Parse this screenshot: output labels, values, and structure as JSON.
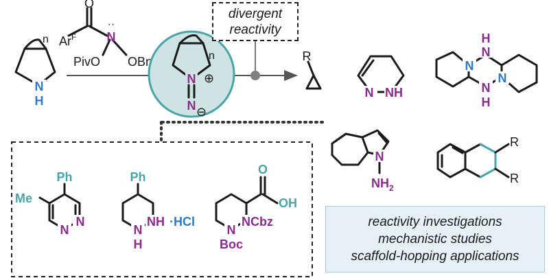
{
  "reagent": {
    "arf": "Ar",
    "arf_sup": "F",
    "carbonyl_o": "O",
    "amide_n": "N",
    "lone_pair": "··",
    "opiv": "PivO",
    "obn": "OBn"
  },
  "pyrrolidine": {
    "n_label": "N",
    "h_label": "H",
    "ring_index": "n"
  },
  "intermediate": {
    "n_plus": "N",
    "plus": "⊕",
    "n_lower": "N",
    "minus": "⊖",
    "ring_index": "n"
  },
  "divergent_label": [
    "divergent",
    "reactivity"
  ],
  "cyclopropane": {
    "r_label": "R"
  },
  "tetrahydropyridazine": {
    "n1": "N",
    "nh": "NH"
  },
  "bicycle": {
    "nh_top": "N",
    "h_top": "H",
    "n_left": "N",
    "nh_bottom": "N",
    "h_bottom": "H",
    "n_right": "N"
  },
  "aminoindole": {
    "n_label": "N",
    "nh2_label": "NH",
    "nh2_sub": "2"
  },
  "tetralin": {
    "r_top": "R",
    "r_bottom": "R"
  },
  "pyridazine": {
    "ph": "Ph",
    "me": "Me",
    "n_bottom": "N",
    "n_right": "N"
  },
  "piperidine_hcl": {
    "ph": "Ph",
    "nh": "NH",
    "hcl": "·HCl",
    "n_bottom": "N",
    "h_bottom": "H"
  },
  "amino_acid": {
    "cooh_o": "O",
    "oh": "OH",
    "ncbz": "NCbz",
    "n_boc": "N",
    "boc": "Boc"
  },
  "summary": [
    "reactivity investigations",
    "mechanistic studies",
    "scaffold-hopping applications"
  ],
  "colors": {
    "nitrogen": "#2f79c9",
    "product_n": "#8a2c8a",
    "teal": "#4aa3a6",
    "circle_fill": "#cde4e2",
    "summary_fill": "#e6f0f7"
  }
}
